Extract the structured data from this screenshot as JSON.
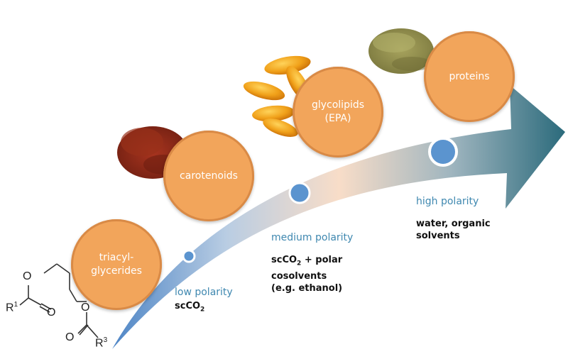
{
  "compounds": [
    {
      "id": "triacylglycerides",
      "label": "triacyl-\nglycerides"
    },
    {
      "id": "carotenoids",
      "label": "carotenoids"
    },
    {
      "id": "glycolipids",
      "label": "glycolipids\n(EPA)"
    },
    {
      "id": "proteins",
      "label": "proteins"
    }
  ],
  "polarity": [
    {
      "level": "low polarity",
      "solvent": "scCO",
      "solvent_sub": "2",
      "solvent_rest": ""
    },
    {
      "level": "medium polarity",
      "solvent": "scCO",
      "solvent_sub": "2",
      "solvent_rest": " + polar\ncosolvents\n(e.g. ethanol)"
    },
    {
      "level": "high polarity",
      "solvent": "water, organic\nsolvents",
      "solvent_sub": "",
      "solvent_rest": ""
    }
  ],
  "structure_labels": {
    "r1": "R",
    "r1_sup": "1",
    "r3": "R",
    "r3_sup": "3",
    "o_atom": "O"
  },
  "colors": {
    "node_fill": "#f2a55b",
    "arrow_start": "#5b8ec9",
    "arrow_mid": "#f6dcc8",
    "arrow_end": "#2f6e7e",
    "polarity_label": "#3f88b0",
    "dot": "#5b94cf"
  }
}
